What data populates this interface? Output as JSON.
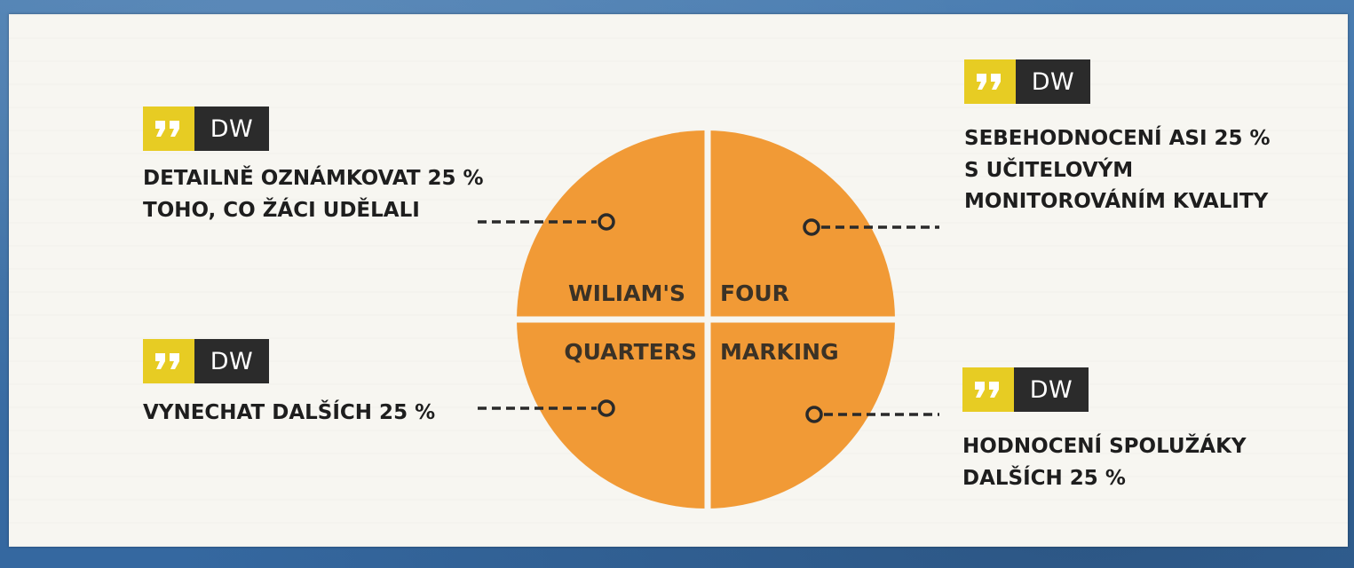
{
  "diagram": {
    "center_title_words": [
      "WILIAM'S",
      "FOUR",
      "QUARTERS",
      "MARKING"
    ],
    "badge_label": "DW",
    "quarters": [
      {
        "id": "top-left",
        "lines": [
          "DETAILNĚ OZNÁMKOVAT 25 %",
          "TOHO, CO ŽÁCI UDĚLALI"
        ]
      },
      {
        "id": "top-right",
        "lines": [
          "SEBEHODNOCENÍ ASI 25 %",
          "S UČITELOVÝM",
          "MONITOROVÁNÍM KVALITY"
        ]
      },
      {
        "id": "bottom-left",
        "lines": [
          "VYNECHAT DALŠÍCH 25 %"
        ]
      },
      {
        "id": "bottom-right",
        "lines": [
          "HODNOCENÍ SPOLUŽÁKY",
          "DALŠÍCH 25 %"
        ]
      }
    ],
    "colors": {
      "pie": "#f19a36",
      "divider": "#f7f6f1",
      "badge_quote": "#e7cc23",
      "badge_label_bg": "#2b2b2b",
      "connector": "#2a2a2a",
      "text": "#1e1e1e",
      "frame": "#3b6fa3"
    },
    "icons": {
      "quote": "closing-quote-icon"
    }
  }
}
